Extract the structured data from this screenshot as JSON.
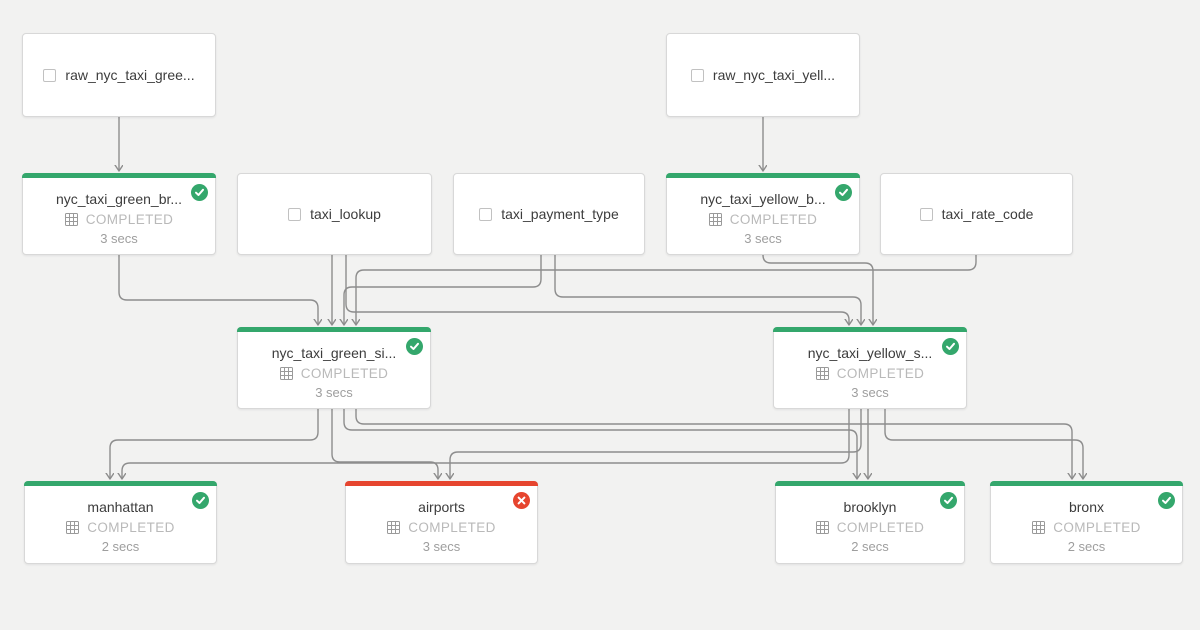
{
  "view": {
    "name": "pipeline-dag"
  },
  "colors": {
    "success": "#34a76c",
    "error": "#e6452f",
    "edge": "#8d8d8d",
    "background": "#f2f2f1"
  },
  "graph": {
    "nodes": [
      {
        "id": "raw_nyc_taxi_gree",
        "label": "raw_nyc_taxi_gree...",
        "type": "source"
      },
      {
        "id": "raw_nyc_taxi_yell",
        "label": "raw_nyc_taxi_yell...",
        "type": "source"
      },
      {
        "id": "nyc_taxi_green_br",
        "label": "nyc_taxi_green_br...",
        "type": "model",
        "status": "COMPLETED",
        "duration": "3 secs",
        "result": "success"
      },
      {
        "id": "taxi_lookup",
        "label": "taxi_lookup",
        "type": "source"
      },
      {
        "id": "taxi_payment_type",
        "label": "taxi_payment_type",
        "type": "source"
      },
      {
        "id": "nyc_taxi_yellow_b",
        "label": "nyc_taxi_yellow_b...",
        "type": "model",
        "status": "COMPLETED",
        "duration": "3 secs",
        "result": "success"
      },
      {
        "id": "taxi_rate_code",
        "label": "taxi_rate_code",
        "type": "source"
      },
      {
        "id": "nyc_taxi_green_si",
        "label": "nyc_taxi_green_si...",
        "type": "model",
        "status": "COMPLETED",
        "duration": "3 secs",
        "result": "success"
      },
      {
        "id": "nyc_taxi_yellow_s",
        "label": "nyc_taxi_yellow_s...",
        "type": "model",
        "status": "COMPLETED",
        "duration": "3 secs",
        "result": "success"
      },
      {
        "id": "manhattan",
        "label": "manhattan",
        "type": "model",
        "status": "COMPLETED",
        "duration": "2 secs",
        "result": "success"
      },
      {
        "id": "airports",
        "label": "airports",
        "type": "model",
        "status": "COMPLETED",
        "duration": "3 secs",
        "result": "error"
      },
      {
        "id": "brooklyn",
        "label": "brooklyn",
        "type": "model",
        "status": "COMPLETED",
        "duration": "2 secs",
        "result": "success"
      },
      {
        "id": "bronx",
        "label": "bronx",
        "type": "model",
        "status": "COMPLETED",
        "duration": "2 secs",
        "result": "success"
      }
    ],
    "edges": [
      {
        "from": "raw_nyc_taxi_gree",
        "to": "nyc_taxi_green_br"
      },
      {
        "from": "raw_nyc_taxi_yell",
        "to": "nyc_taxi_yellow_b"
      },
      {
        "from": "nyc_taxi_green_br",
        "to": "nyc_taxi_green_si"
      },
      {
        "from": "taxi_lookup",
        "to": "nyc_taxi_green_si"
      },
      {
        "from": "taxi_payment_type",
        "to": "nyc_taxi_green_si"
      },
      {
        "from": "taxi_rate_code",
        "to": "nyc_taxi_green_si"
      },
      {
        "from": "taxi_lookup",
        "to": "nyc_taxi_yellow_s"
      },
      {
        "from": "taxi_payment_type",
        "to": "nyc_taxi_yellow_s"
      },
      {
        "from": "nyc_taxi_yellow_b",
        "to": "nyc_taxi_yellow_s"
      },
      {
        "from": "nyc_taxi_green_si",
        "to": "manhattan"
      },
      {
        "from": "nyc_taxi_green_si",
        "to": "airports"
      },
      {
        "from": "nyc_taxi_green_si",
        "to": "brooklyn"
      },
      {
        "from": "nyc_taxi_green_si",
        "to": "bronx"
      },
      {
        "from": "nyc_taxi_yellow_s",
        "to": "manhattan"
      },
      {
        "from": "nyc_taxi_yellow_s",
        "to": "airports"
      },
      {
        "from": "nyc_taxi_yellow_s",
        "to": "brooklyn"
      },
      {
        "from": "nyc_taxi_yellow_s",
        "to": "bronx"
      }
    ]
  }
}
